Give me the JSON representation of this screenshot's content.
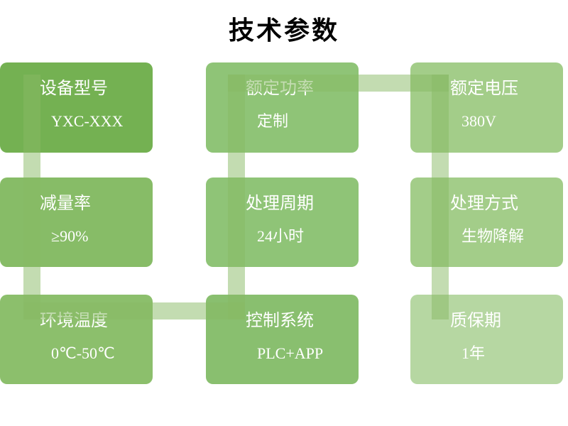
{
  "title": "技术参数",
  "colors": {
    "background": "#FFFFFF",
    "title_text": "#000000",
    "cell_text": "#FFFFFF",
    "connector": "#88B96480"
  },
  "cells": [
    {
      "label": "设备型号",
      "value": "YXC-XXX",
      "color": "#74B152"
    },
    {
      "label": "额定功率",
      "value": "定制",
      "color": "#8FC477"
    },
    {
      "label": "额定电压",
      "value": "380V",
      "color": "#A3CD89"
    },
    {
      "label": "减量率",
      "value": "≥90%",
      "color": "#87BC67"
    },
    {
      "label": "处理周期",
      "value": "24小时",
      "color": "#8FC477"
    },
    {
      "label": "处理方式",
      "value": "生物降解",
      "color": "#A3CD89"
    },
    {
      "label": "环境温度",
      "value": "0℃-50℃",
      "color": "#8CBF6C"
    },
    {
      "label": "控制系统",
      "value": "PLC+APP",
      "color": "#89BF6F"
    },
    {
      "label": "质保期",
      "value": "1年",
      "color": "#B6D7A2"
    }
  ]
}
